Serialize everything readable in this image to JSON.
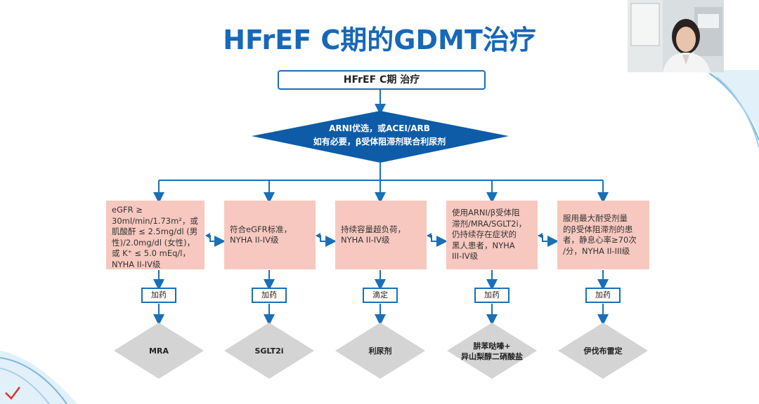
{
  "title": "HFrEF C期的GDMT治疗",
  "top_box": "HFrEF C期 治疗",
  "decision": {
    "line1": "ARNI优选，或ACEI/ARB",
    "line2": "如有必要，β受体阻滞剂联合利尿剂"
  },
  "branches": [
    {
      "condition": [
        "eGFR ≥",
        "30ml/min/1.73m²，或",
        "肌酸酐 ≤ 2.5mg/dl (男",
        "性)/2.0mg/dl (女性)，",
        "或 K⁺ ≤ 5.0 mEq/l，",
        "NYHA II-IV级"
      ],
      "action": "加药",
      "drug": [
        "MRA"
      ]
    },
    {
      "condition": [
        "符合eGFR标准，",
        "NYHA II-IV级"
      ],
      "action": "加药",
      "drug": [
        "SGLT2i"
      ]
    },
    {
      "condition": [
        "持续容量超负荷，",
        "NYHA II-IV级"
      ],
      "action": "滴定",
      "drug": [
        "利尿剂"
      ]
    },
    {
      "condition": [
        "使用ARNI/β受体阻",
        "滞剂/MRA/SGLT2i，",
        "仍持续存在症状的",
        "黑人患者，NYHA",
        "III-IV级"
      ],
      "action": "加药",
      "drug": [
        "肼苯哒嗪+",
        "异山梨醇二硝酸盐"
      ]
    },
    {
      "condition": [
        "服用最大耐受剂量",
        "的β受体阻滞剂的患",
        "者，静息心率≥70次",
        "/分，NYHA II-III级"
      ],
      "action": "加药",
      "drug": [
        "伊伐布雷定"
      ]
    }
  ],
  "colors": {
    "title": "#1768b8",
    "border_blue": "#1a6fb5",
    "diamond": "#0e5ca8",
    "condition_fill": "#f7c8bf",
    "drug_fill": "#d4d4d4"
  }
}
